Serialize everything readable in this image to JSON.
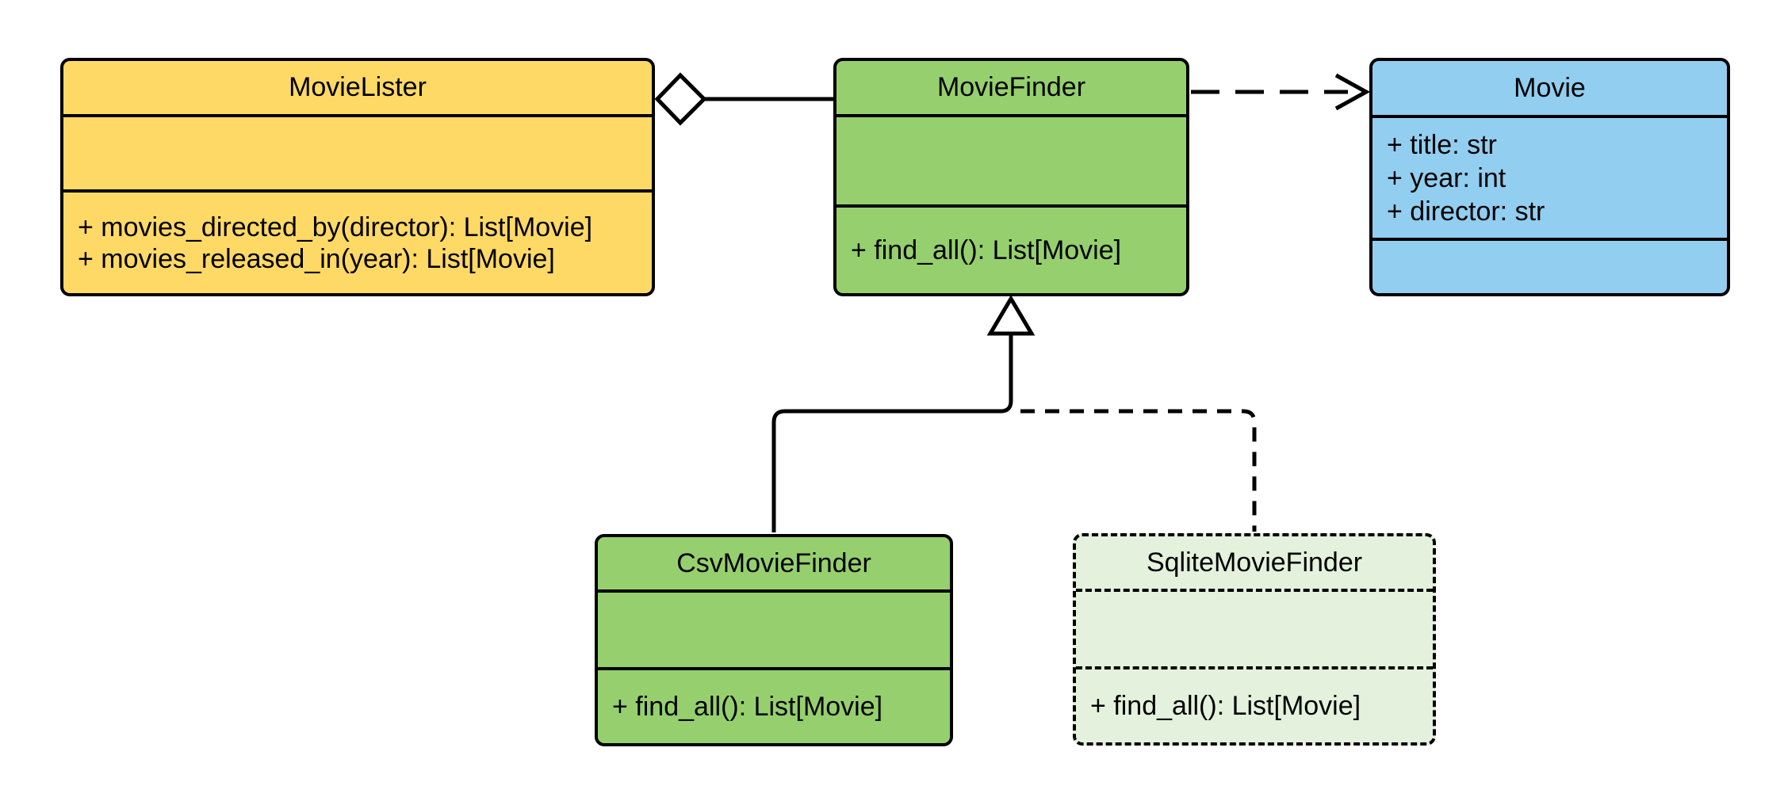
{
  "diagram": {
    "type": "uml-class-diagram",
    "background_color": "#FFFFFF",
    "line_color": "#000000",
    "classes": [
      {
        "name": "MovieLister",
        "fill": "#FFD966",
        "border_style": "solid",
        "attributes": [],
        "methods": [
          "+ movies_directed_by(director): List[Movie]",
          "+ movies_released_in(year): List[Movie]"
        ]
      },
      {
        "name": "MovieFinder",
        "fill": "#96D06E",
        "border_style": "solid",
        "attributes": [],
        "methods": [
          "+ find_all(): List[Movie]"
        ]
      },
      {
        "name": "Movie",
        "fill": "#92CEF0",
        "border_style": "solid",
        "attributes": [
          "+ title: str",
          "+ year: int",
          "+ director: str"
        ],
        "methods": []
      },
      {
        "name": "CsvMovieFinder",
        "fill": "#96D06E",
        "border_style": "solid",
        "attributes": [],
        "methods": [
          "+ find_all(): List[Movie]"
        ]
      },
      {
        "name": "SqliteMovieFinder",
        "fill": "#E4F1DD",
        "border_style": "dashed",
        "attributes": [],
        "methods": [
          "+ find_all(): List[Movie]"
        ]
      }
    ],
    "relationships": [
      {
        "type": "aggregation",
        "from": "MovieLister",
        "to": "MovieFinder",
        "line": "solid",
        "marker": "hollow-diamond"
      },
      {
        "type": "dependency",
        "from": "MovieFinder",
        "to": "Movie",
        "line": "dashed",
        "marker": "open-arrow"
      },
      {
        "type": "inheritance",
        "from": "CsvMovieFinder",
        "to": "MovieFinder",
        "line": "solid",
        "marker": "hollow-triangle"
      },
      {
        "type": "inheritance",
        "from": "SqliteMovieFinder",
        "to": "MovieFinder",
        "line": "dashed",
        "marker": "hollow-triangle"
      }
    ]
  }
}
